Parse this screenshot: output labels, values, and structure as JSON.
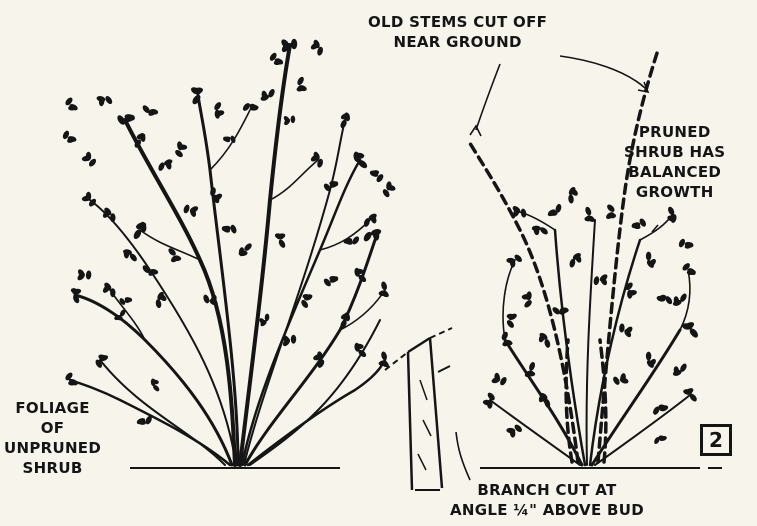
{
  "labels": {
    "old_stems": [
      "OLD STEMS CUT OFF",
      "NEAR GROUND"
    ],
    "pruned": [
      "PRUNED",
      "SHRUB HAS",
      "BALANCED",
      "GROWTH"
    ],
    "foliage": [
      "FOLIAGE",
      "OF",
      "UNPRUNED",
      "SHRUB"
    ],
    "branch_cut": [
      "BRANCH CUT AT",
      "ANGLE ¼\" ABOVE BUD"
    ]
  },
  "figure_number": "2",
  "colors": {
    "ink": "#151515",
    "paper": "#f7f4ec"
  }
}
